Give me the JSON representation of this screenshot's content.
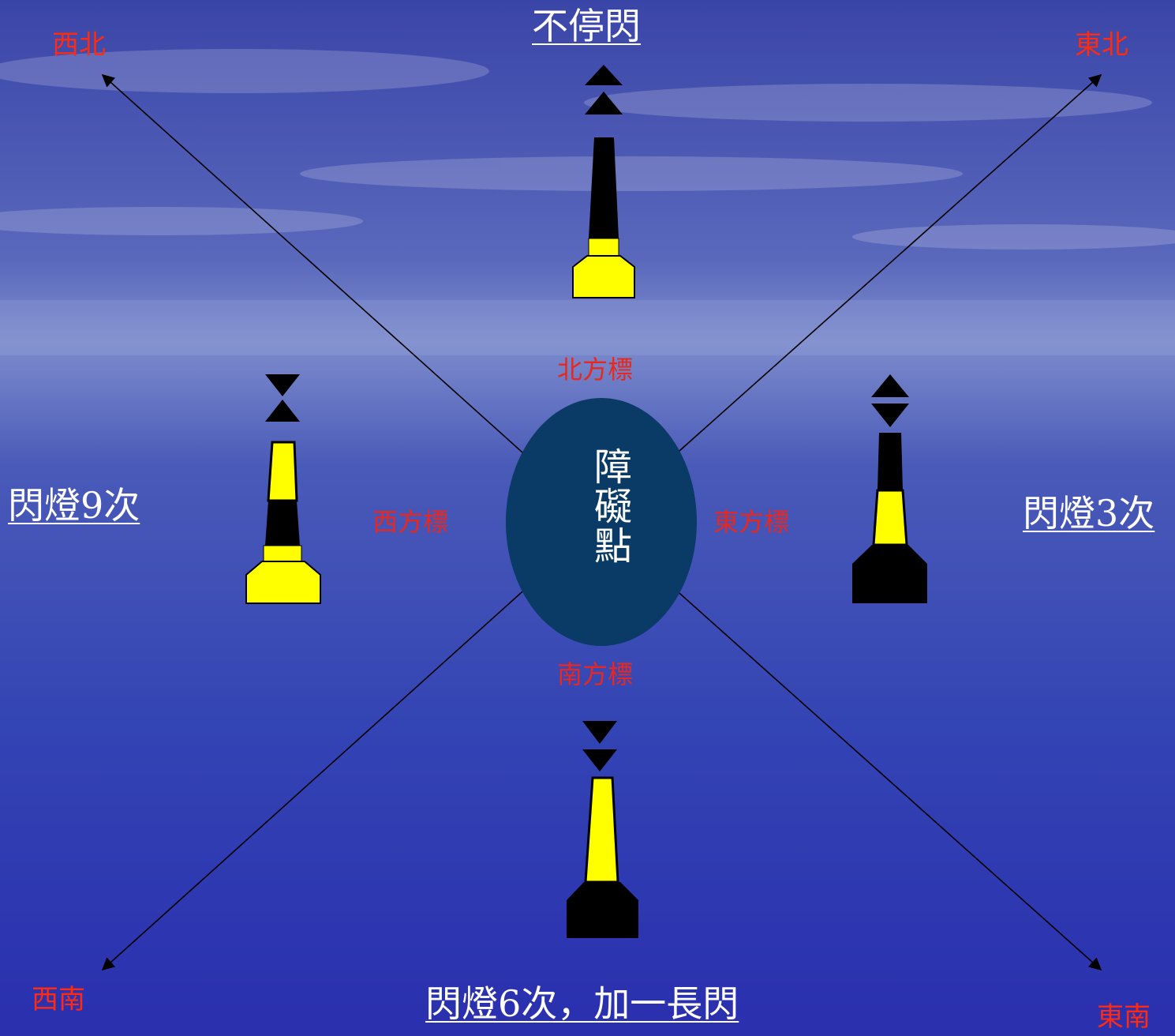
{
  "colors": {
    "buoy_black": "#000000",
    "buoy_yellow": "#ffff00",
    "obstacle_fill": "#0a3a66",
    "direction_text": "#ff2a10",
    "mark_text": "#e8281e",
    "flash_text": "#ffffff"
  },
  "directions": {
    "northwest": "西北",
    "northeast": "東北",
    "southwest": "西南",
    "southeast": "東南"
  },
  "obstacle": {
    "label": "障礙點"
  },
  "marks": {
    "north": "北方標",
    "south": "南方標",
    "east": "東方標",
    "west": "西方標"
  },
  "flash": {
    "north": "不停閃",
    "east": "閃燈3次",
    "west": "閃燈9次",
    "south": "閃燈6次，加一長閃"
  }
}
